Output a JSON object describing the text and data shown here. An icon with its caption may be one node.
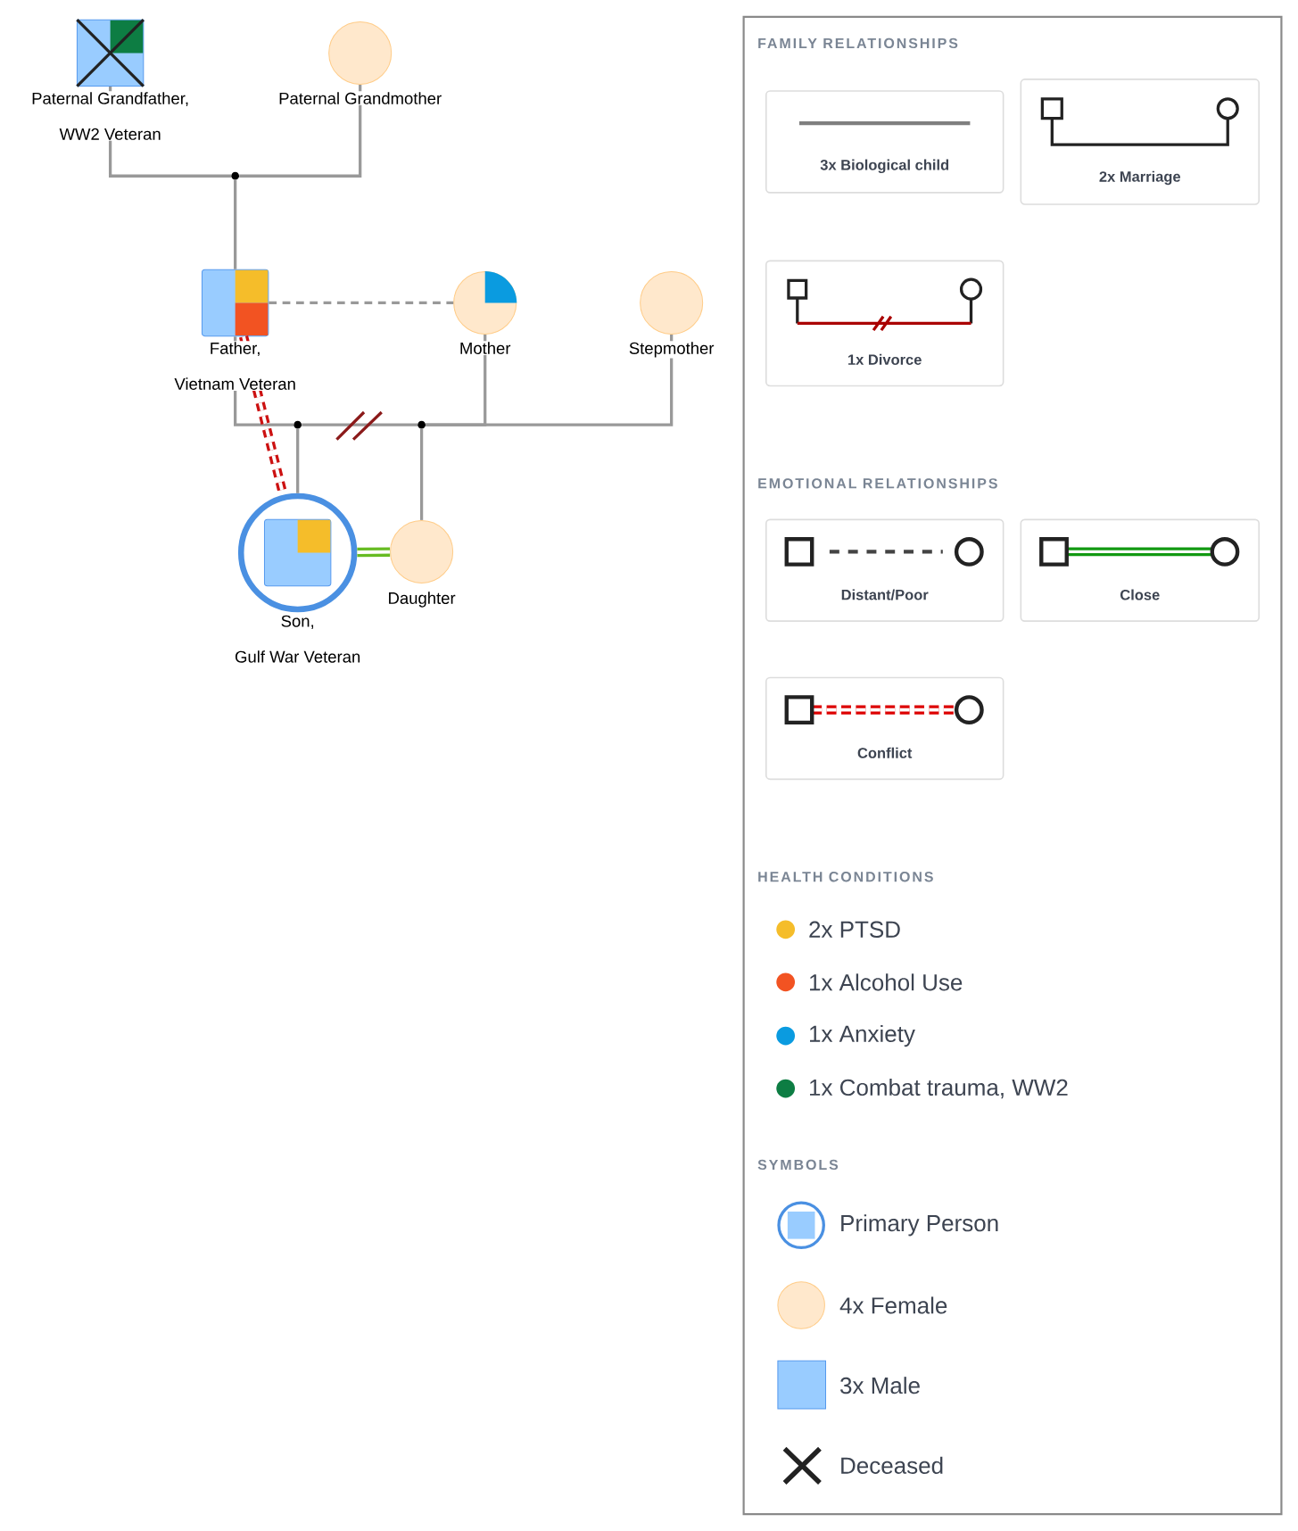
{
  "diagram": {
    "nodes": [
      {
        "text": [
          "Paternal Grandfather, WW2 Veteran"
        ]
      },
      {
        "text": [
          "Paternal Grandmother"
        ]
      },
      {
        "text": [
          "Father, Vietnam Veteran"
        ]
      },
      {
        "text": [
          "Mother"
        ]
      },
      {
        "text": [
          "Stepmother"
        ]
      },
      {
        "text": [
          "Son, Gulf War Veteran"
        ]
      },
      {
        "text": [
          "Daughter"
        ]
      },
      {
        "text": [],
        "shape": "circle"
      },
      {
        "text": [],
        "shape": "circle"
      },
      {
        "text": [],
        "shape": "circle"
      }
    ],
    "edges": [
      {
        "from": 0,
        "to": 7,
        "arrow": "none"
      },
      {
        "from": 1,
        "to": 7,
        "arrow": "none"
      },
      {
        "from": 7,
        "to": 2,
        "arrow": "none"
      },
      {
        "from": 2,
        "to": 8,
        "arrow": "none"
      },
      {
        "from": 8,
        "to": 9,
        "arrow": "none"
      },
      {
        "from": 3,
        "to": 9,
        "arrow": "none"
      },
      {
        "from": 4,
        "to": 9,
        "arrow": "none"
      },
      {
        "from": 8,
        "to": 5,
        "arrow": "none"
      },
      {
        "from": 9,
        "to": 6,
        "arrow": "none"
      },
      {
        "from": 2,
        "to": 3,
        "arrow": "none",
        "style": "dashed"
      },
      {
        "from": 2,
        "to": 5,
        "arrow": "none",
        "style": "dashed",
        "color": "#cc1111"
      },
      {
        "from": 5,
        "to": 6,
        "arrow": "none",
        "style": "thick",
        "color": "#66bb22"
      }
    ],
    "labels": [
      "FAMILY RELATIONSHIPS",
      "EMOTIONAL RELATIONSHIPS",
      "HEALTH CONDITIONS",
      "SYMBOLS"
    ],
    "legend": [
      {
        "text": "3x Biological child"
      },
      {
        "text": "2x Marriage"
      },
      {
        "text": "1x Divorce"
      },
      {
        "text": "Distant/Poor"
      },
      {
        "text": "Close"
      },
      {
        "text": "Conflict"
      },
      {
        "text": "2x PTSD",
        "color": "#f5bd2a"
      },
      {
        "text": "1x Alcohol Use",
        "color": "#f25322"
      },
      {
        "text": "1x Anxiety",
        "color": "#0a9be0"
      },
      {
        "text": "1x Combat trauma, WW2",
        "color": "#0d7d43"
      },
      {
        "text": "Primary Person"
      },
      {
        "text": "4x Female"
      },
      {
        "text": "3x Male"
      },
      {
        "text": "Deceased"
      }
    ]
  }
}
